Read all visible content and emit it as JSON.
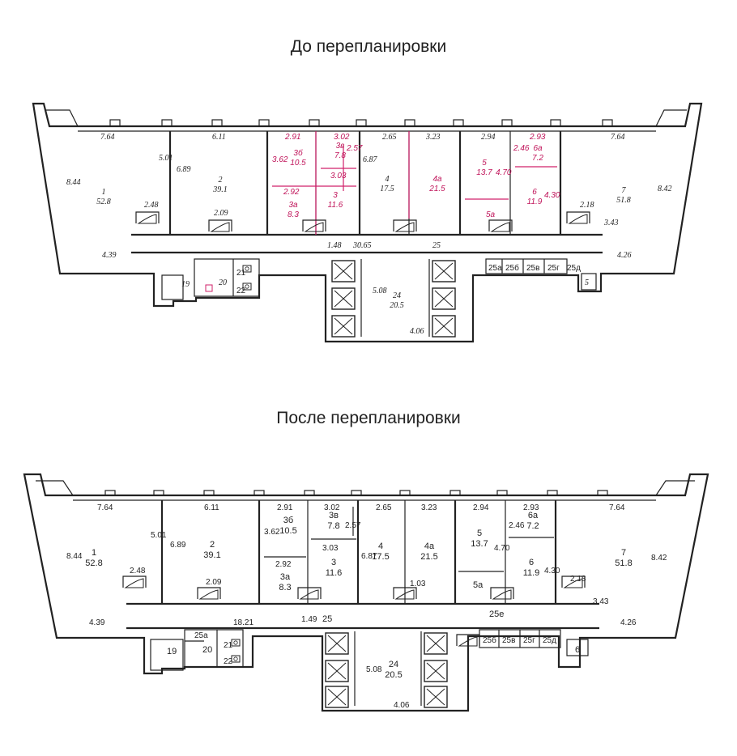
{
  "titles": {
    "before": "До перепланировки",
    "after": "После перепланировки"
  },
  "before": {
    "rooms": [
      {
        "id": "1",
        "area": "52.8"
      },
      {
        "id": "2",
        "area": "39.1"
      },
      {
        "id": "3б",
        "area": "10.5"
      },
      {
        "id": "3в",
        "area": "7.8"
      },
      {
        "id": "3а",
        "area": "8.3"
      },
      {
        "id": "3",
        "area": "11.6"
      },
      {
        "id": "4",
        "area": "17.5"
      },
      {
        "id": "4а",
        "area": "21.5"
      },
      {
        "id": "5",
        "area": "13.7"
      },
      {
        "id": "6а",
        "area": "7.2"
      },
      {
        "id": "6",
        "area": "11.9"
      },
      {
        "id": "7",
        "area": "51.8"
      },
      {
        "id": "24",
        "area": "20.5"
      }
    ],
    "small_labels": [
      "5а",
      "25а",
      "25б",
      "25в",
      "25г",
      "25д",
      "19",
      "20",
      "21",
      "22",
      "5"
    ],
    "dims": [
      "7.64",
      "5.01",
      "8.44",
      "2.48",
      "4.39",
      "6.11",
      "6.89",
      "2.09",
      "2.91",
      "3.62",
      "2.92",
      "3.02",
      "2.57",
      "3.03",
      "6.87",
      "2.65",
      "3.23",
      "2.94",
      "2.46",
      "4.70",
      "2.93",
      "4.30",
      "7.64",
      "8.42",
      "2.18",
      "3.43",
      "4.26",
      "1.48",
      "30.65",
      "25",
      "5.08",
      "4.06"
    ]
  },
  "after": {
    "rooms": [
      {
        "id": "1",
        "area": "52.8"
      },
      {
        "id": "2",
        "area": "39.1"
      },
      {
        "id": "3б",
        "area": "10.5"
      },
      {
        "id": "3в",
        "area": "7.8"
      },
      {
        "id": "3а",
        "area": "8.3"
      },
      {
        "id": "3",
        "area": "11.6"
      },
      {
        "id": "4",
        "area": "17.5"
      },
      {
        "id": "4а",
        "area": "21.5"
      },
      {
        "id": "5",
        "area": "13.7"
      },
      {
        "id": "6а",
        "area": "7.2"
      },
      {
        "id": "6",
        "area": "11.9"
      },
      {
        "id": "7",
        "area": "51.8"
      },
      {
        "id": "24",
        "area": "20.5"
      }
    ],
    "small_labels": [
      "5а",
      "25е",
      "25",
      "25а",
      "25б",
      "25в",
      "25г",
      "25д",
      "19",
      "20",
      "21",
      "22",
      "6"
    ],
    "dims": [
      "7.64",
      "5.01",
      "8.44",
      "2.48",
      "4.39",
      "6.11",
      "6.89",
      "2.09",
      "2.91",
      "3.62",
      "2.92",
      "3.02",
      "2.57",
      "3.03",
      "6.87",
      "2.65",
      "3.23",
      "2.94",
      "2.46",
      "4.70",
      "2.93",
      "4.30",
      "7.64",
      "8.42",
      "2.18",
      "3.43",
      "4.26",
      "1.49",
      "18.21",
      "1.03",
      "5.08",
      "4.06"
    ]
  }
}
